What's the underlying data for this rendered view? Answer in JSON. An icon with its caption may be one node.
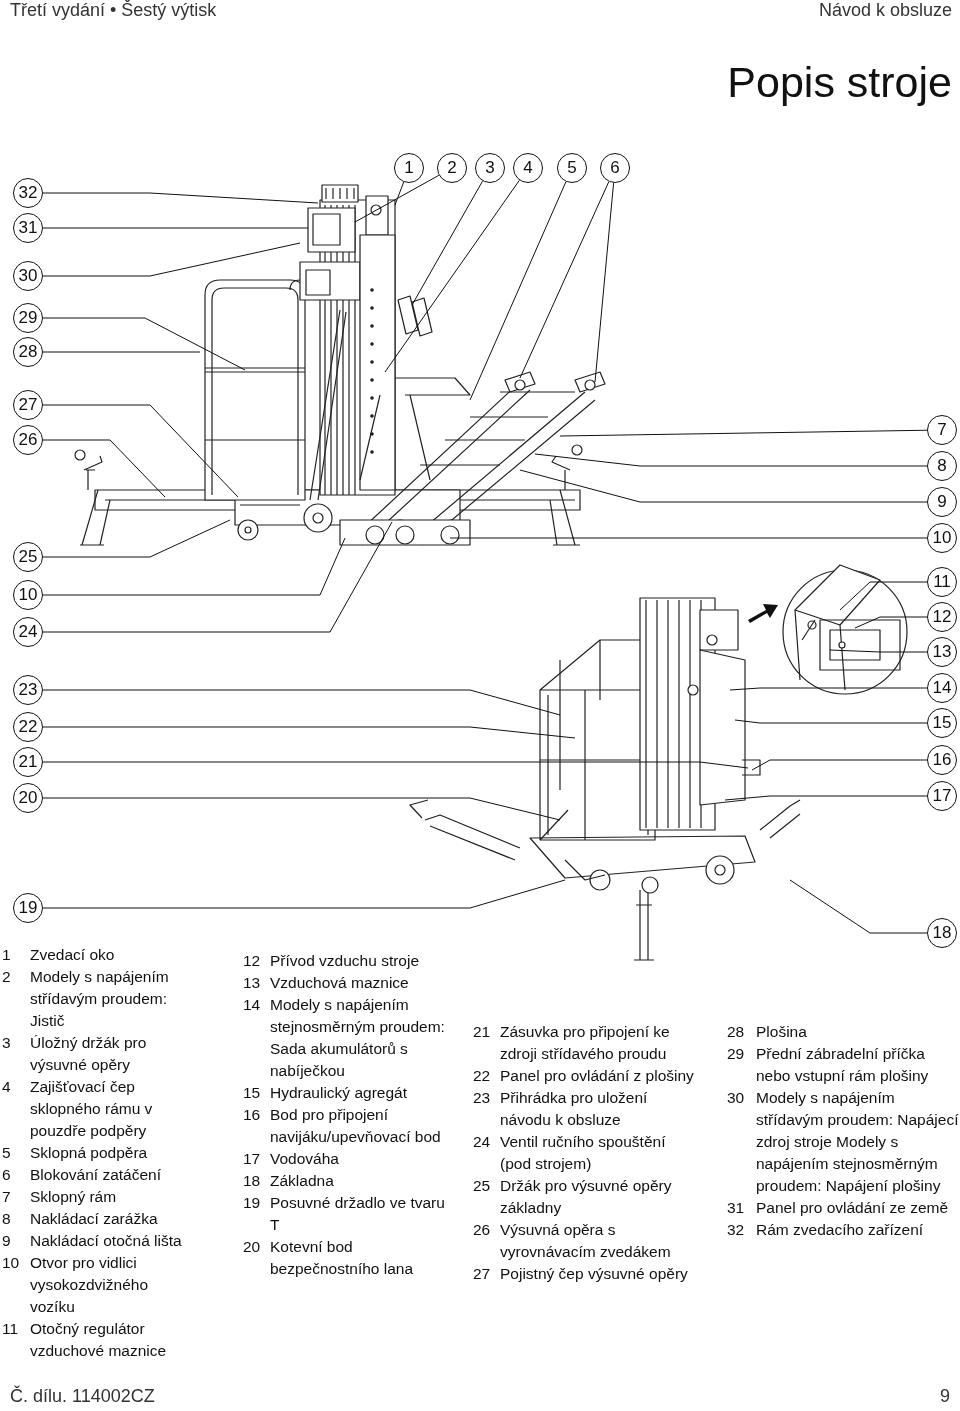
{
  "diagram": {
    "title": "Popis stroje",
    "nodes": [
      {
        "text": [
          "1"
        ]
      },
      {
        "text": [
          "2"
        ]
      },
      {
        "text": [
          "3"
        ]
      },
      {
        "text": [
          "4"
        ]
      },
      {
        "text": [
          "5"
        ]
      },
      {
        "text": [
          "6"
        ]
      },
      {
        "text": [
          "32"
        ]
      },
      {
        "text": [
          "31"
        ]
      },
      {
        "text": [
          "30"
        ]
      },
      {
        "text": [
          "29"
        ]
      },
      {
        "text": [
          "28"
        ]
      },
      {
        "text": [
          "27"
        ]
      },
      {
        "text": [
          "26"
        ]
      },
      {
        "text": [
          "25"
        ]
      },
      {
        "text": [
          "10"
        ]
      },
      {
        "text": [
          "24"
        ]
      },
      {
        "text": [
          "23"
        ]
      },
      {
        "text": [
          "22"
        ]
      },
      {
        "text": [
          "21"
        ]
      },
      {
        "text": [
          "20"
        ]
      },
      {
        "text": [
          "19"
        ]
      },
      {
        "text": [
          "7"
        ]
      },
      {
        "text": [
          "8"
        ]
      },
      {
        "text": [
          "9"
        ]
      },
      {
        "text": [
          "10"
        ]
      },
      {
        "text": [
          "11"
        ]
      },
      {
        "text": [
          "12"
        ]
      },
      {
        "text": [
          "13"
        ]
      },
      {
        "text": [
          "14"
        ]
      },
      {
        "text": [
          "15"
        ]
      },
      {
        "text": [
          "16"
        ]
      },
      {
        "text": [
          "17"
        ]
      },
      {
        "text": [
          "18"
        ]
      }
    ],
    "edges": [
      {
        "from": 0,
        "to": null,
        "arrow": "none"
      },
      {
        "from": 1,
        "to": null,
        "arrow": "none"
      },
      {
        "from": 2,
        "to": null,
        "arrow": "none"
      },
      {
        "from": 3,
        "to": null,
        "arrow": "none"
      },
      {
        "from": 4,
        "to": null,
        "arrow": "none"
      },
      {
        "from": 5,
        "to": null,
        "arrow": "none"
      },
      {
        "from": 5,
        "to": null,
        "arrow": "none"
      },
      {
        "from": 6,
        "to": null,
        "arrow": "none"
      },
      {
        "from": 7,
        "to": null,
        "arrow": "none"
      },
      {
        "from": 8,
        "to": null,
        "arrow": "none"
      },
      {
        "from": 9,
        "to": null,
        "arrow": "none"
      },
      {
        "from": 10,
        "to": null,
        "arrow": "none"
      },
      {
        "from": 11,
        "to": null,
        "arrow": "none"
      },
      {
        "from": 12,
        "to": null,
        "arrow": "none"
      },
      {
        "from": 13,
        "to": null,
        "arrow": "none"
      },
      {
        "from": 14,
        "to": null,
        "arrow": "none"
      },
      {
        "from": 15,
        "to": null,
        "arrow": "none"
      },
      {
        "from": 16,
        "to": null,
        "arrow": "none"
      },
      {
        "from": 17,
        "to": null,
        "arrow": "none"
      },
      {
        "from": 18,
        "to": null,
        "arrow": "none"
      },
      {
        "from": 19,
        "to": null,
        "arrow": "none"
      },
      {
        "from": 20,
        "to": null,
        "arrow": "none"
      },
      {
        "from": 21,
        "to": null,
        "arrow": "none"
      },
      {
        "from": 22,
        "to": null,
        "arrow": "none"
      },
      {
        "from": 23,
        "to": null,
        "arrow": "none"
      },
      {
        "from": 24,
        "to": null,
        "arrow": "none"
      },
      {
        "from": 25,
        "to": null,
        "arrow": "none"
      },
      {
        "from": 26,
        "to": null,
        "arrow": "none"
      },
      {
        "from": 27,
        "to": null,
        "arrow": "none"
      },
      {
        "from": 28,
        "to": null,
        "arrow": "none"
      },
      {
        "from": 29,
        "to": null,
        "arrow": "none"
      },
      {
        "from": 30,
        "to": null,
        "arrow": "none"
      },
      {
        "from": 31,
        "to": null,
        "arrow": "none"
      },
      {
        "from": 32,
        "to": null,
        "arrow": "none"
      }
    ],
    "labels": [
      "Třetí vydání • Šestý výtisk",
      "Návod k obsluze",
      "1",
      "Zvedací oko",
      "2",
      "Modely s napájením střídavým proudem: Jistič",
      "3",
      "Úložný držák pro výsuvné opěry",
      "4",
      "Zajišťovací čep sklopného rámu v pouzdře podpěry",
      "5",
      "Sklopná podpěra",
      "6",
      "Blokování zatáčení",
      "7",
      "Sklopný rám",
      "8",
      "Nakládací zarážka",
      "9",
      "Nakládací otočná lišta",
      "10",
      "Otvor pro vidlici vysokozdvižného vozíku",
      "11",
      "Otočný regulátor vzduchové maznice",
      "12",
      "Přívod vzduchu stroje",
      "13",
      "Vzduchová maznice",
      "14",
      "Modely s napájením stejnosměrným proudem: Sada akumulátorů s nabíječkou",
      "15",
      "Hydraulický agregát",
      "16",
      "Bod pro připojení navijáku/upevňovací bod",
      "17",
      "Vodováha",
      "18",
      "Základna",
      "19",
      "Posuvné držadlo ve tvaru T",
      "20",
      "Kotevní bod bezpečnostního lana",
      "21",
      "Zásuvka pro připojení ke zdroji střídavého proudu",
      "22",
      "Panel pro ovládání z plošiny",
      "23",
      "Přihrádka pro uložení návodu k obsluze",
      "24",
      "Ventil ručního spouštění (pod strojem)",
      "25",
      "Držák pro výsuvné opěry základny",
      "26",
      "Výsuvná opěra s vyrovnávacím zvedákem",
      "27",
      "Pojistný čep výsuvné opěry",
      "28",
      "Plošina",
      "29",
      "Přední zábradelní příčka nebo vstupní rám plošiny",
      "30",
      "Modely s napájením střídavým proudem: Napájecí zdroj stroje Modely s napájením stejnosměrným proudem: Napájení plošiny",
      "31",
      "Panel pro ovládání ze země",
      "32",
      "Rám zvedacího zařízení",
      "Č. dílu. 114002CZ",
      "9"
    ]
  }
}
